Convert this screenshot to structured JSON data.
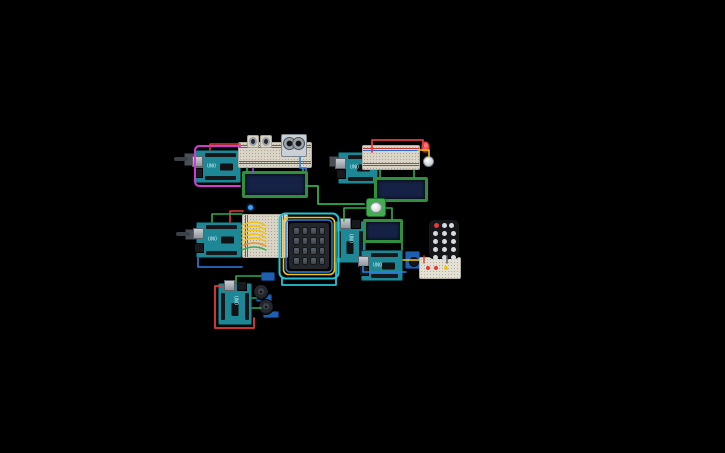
{
  "canvas": {
    "background": "#000000",
    "description": "Arduino circuit design workspace with six Arduino Uno projects"
  },
  "labels": {
    "arduino_model": "UNO"
  },
  "components": [
    {
      "id": "arduino-1",
      "type": "Arduino Uno"
    },
    {
      "id": "breadboard-1",
      "type": "Breadboard"
    },
    {
      "id": "pushbutton-1",
      "type": "Pushbutton"
    },
    {
      "id": "pushbutton-2",
      "type": "Pushbutton"
    },
    {
      "id": "ultrasonic-1",
      "type": "Ultrasonic distance sensor"
    },
    {
      "id": "lcd-1",
      "type": "LCD 16x2"
    },
    {
      "id": "arduino-2",
      "type": "Arduino Uno"
    },
    {
      "id": "breadboard-2",
      "type": "Breadboard"
    },
    {
      "id": "led-1",
      "type": "Red LED"
    },
    {
      "id": "dome-1",
      "type": "Sensor dome"
    },
    {
      "id": "lcd-2",
      "type": "LCD 16x2"
    },
    {
      "id": "arduino-3",
      "type": "Arduino Uno"
    },
    {
      "id": "breadboard-3",
      "type": "Breadboard"
    },
    {
      "id": "keypad-1",
      "type": "4x4 Keypad"
    },
    {
      "id": "button-module-1",
      "type": "Pushbutton module"
    },
    {
      "id": "arduino-4",
      "type": "Arduino Uno"
    },
    {
      "id": "lcd-3",
      "type": "LCD 16x2"
    },
    {
      "id": "arduino-5",
      "type": "Arduino Uno"
    },
    {
      "id": "module-1",
      "type": "Sensor module"
    },
    {
      "id": "breadboard-4",
      "type": "Mini breadboard"
    },
    {
      "id": "remote-1",
      "type": "IR remote"
    },
    {
      "id": "arduino-6",
      "type": "Arduino Uno"
    },
    {
      "id": "buzzer-1",
      "type": "Piezo buzzer"
    },
    {
      "id": "buzzer-2",
      "type": "Piezo buzzer"
    },
    {
      "id": "module-2",
      "type": "Breakout module"
    },
    {
      "id": "led-2",
      "type": "Blue LED"
    }
  ],
  "wire_colors": {
    "magenta": "#d23bd2",
    "red": "#e23b3b",
    "green": "#2fae4d",
    "yellow": "#f1c40f",
    "orange": "#ef8f1f",
    "blue": "#2f7fe0",
    "cyan": "#23c3d7",
    "purple": "#8a4fd8",
    "cable": "#3b4046"
  }
}
